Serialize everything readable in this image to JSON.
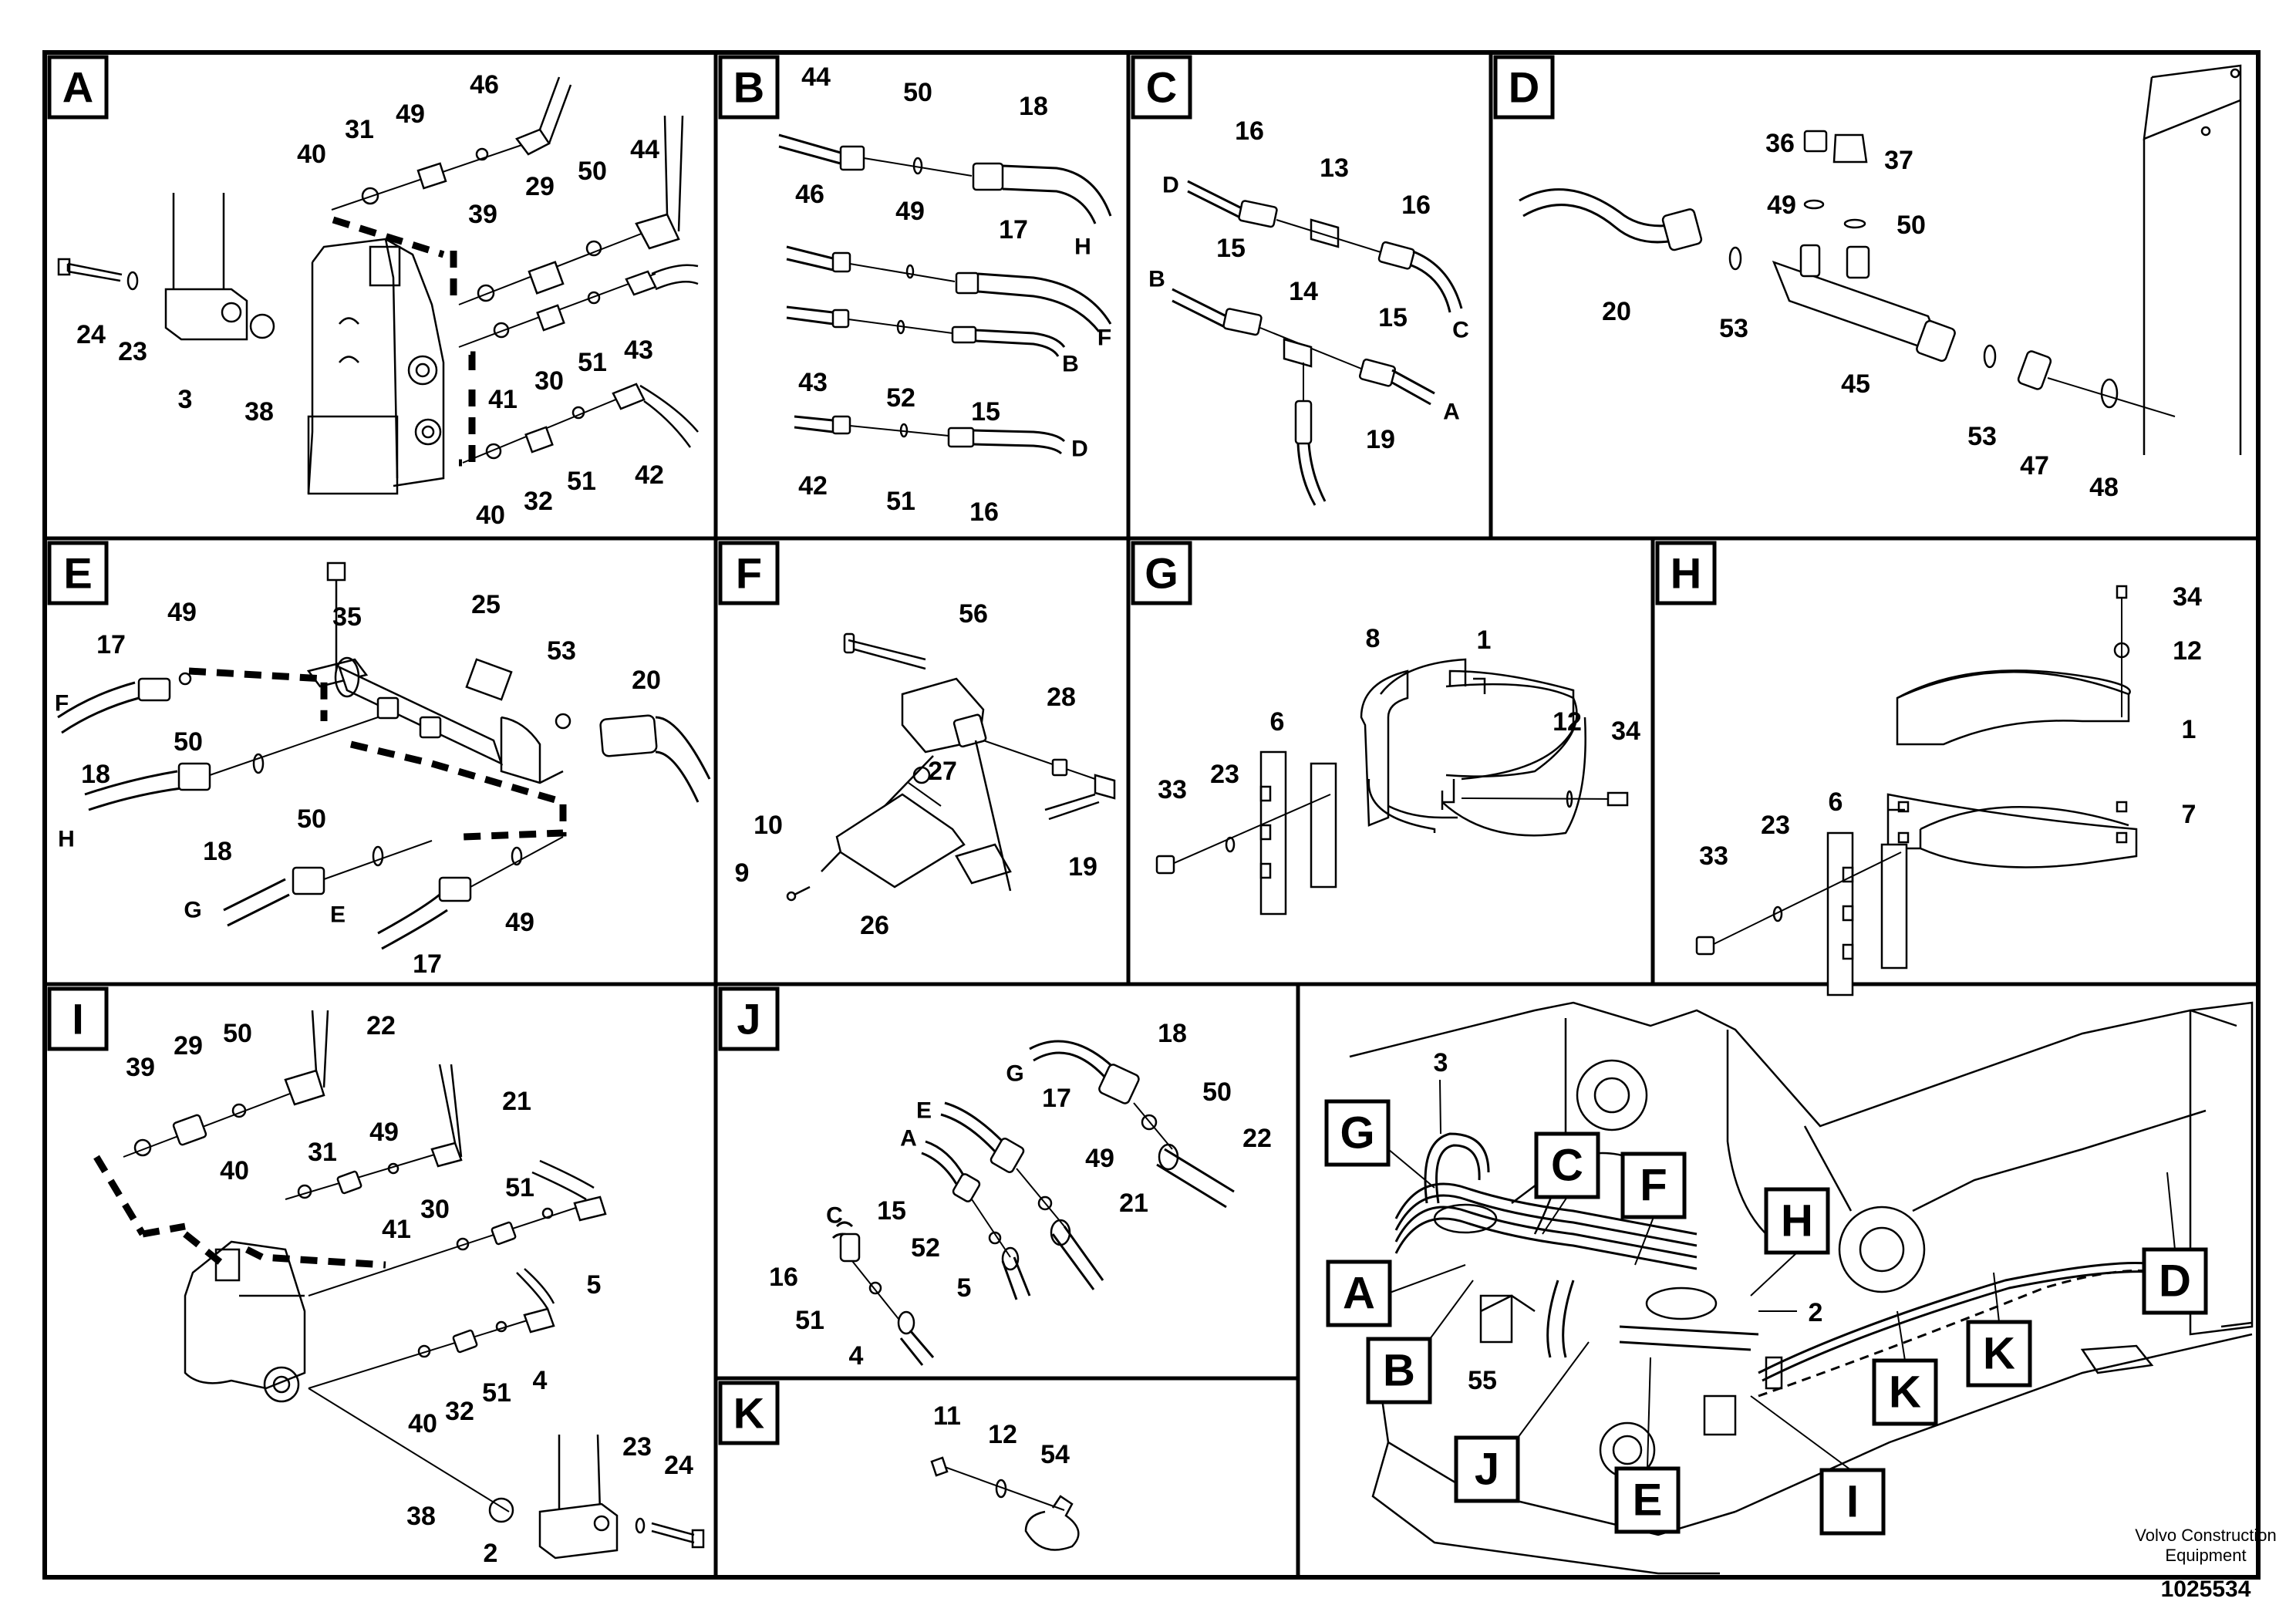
{
  "panels": [
    {
      "letter": "A",
      "labels": [
        "46",
        "31",
        "49",
        "40",
        "29",
        "50",
        "44",
        "39",
        "24",
        "23",
        "3",
        "38",
        "30",
        "51",
        "43",
        "41",
        "40",
        "32",
        "51",
        "42"
      ]
    },
    {
      "letter": "B",
      "labels": [
        "44",
        "50",
        "18",
        "46",
        "49",
        "17",
        "43",
        "52",
        "15",
        "42",
        "51",
        "16"
      ],
      "ends": [
        "H",
        "F",
        "B",
        "D"
      ]
    },
    {
      "letter": "C",
      "labels": [
        "16",
        "13",
        "16",
        "15",
        "14",
        "15",
        "19"
      ],
      "ends": [
        "D",
        "B",
        "C",
        "A"
      ]
    },
    {
      "letter": "D",
      "labels": [
        "36",
        "37",
        "49",
        "50",
        "20",
        "53",
        "45",
        "53",
        "47",
        "48"
      ]
    },
    {
      "letter": "E",
      "labels": [
        "17",
        "49",
        "35",
        "25",
        "53",
        "20",
        "50",
        "18",
        "50",
        "18",
        "49",
        "17"
      ],
      "ends": [
        "F",
        "H",
        "G",
        "E"
      ]
    },
    {
      "letter": "F",
      "labels": [
        "56",
        "28",
        "27",
        "10",
        "9",
        "26",
        "19"
      ]
    },
    {
      "letter": "G",
      "labels": [
        "8",
        "1",
        "12",
        "34",
        "6",
        "33",
        "23"
      ]
    },
    {
      "letter": "H",
      "labels": [
        "34",
        "12",
        "1",
        "7",
        "6",
        "23",
        "33"
      ]
    },
    {
      "letter": "I",
      "labels": [
        "39",
        "29",
        "50",
        "22",
        "21",
        "31",
        "49",
        "40",
        "51",
        "41",
        "30",
        "5",
        "4",
        "51",
        "40",
        "32",
        "23",
        "24",
        "38",
        "2"
      ]
    },
    {
      "letter": "J",
      "labels": [
        "18",
        "17",
        "50",
        "22",
        "49",
        "21",
        "15",
        "52",
        "5",
        "16",
        "51",
        "4"
      ],
      "ends": [
        "G",
        "E",
        "A",
        "C"
      ]
    },
    {
      "letter": "K",
      "labels": [
        "11",
        "12",
        "54"
      ]
    }
  ],
  "overview": {
    "labels": [
      "3",
      "2",
      "55"
    ],
    "callouts": [
      "G",
      "C",
      "F",
      "H",
      "A",
      "B",
      "J",
      "E",
      "I",
      "K",
      "K",
      "D"
    ]
  },
  "footer": {
    "brand_line1": "Volvo Construction",
    "brand_line2": "Equipment",
    "doc_number": "1025534"
  }
}
